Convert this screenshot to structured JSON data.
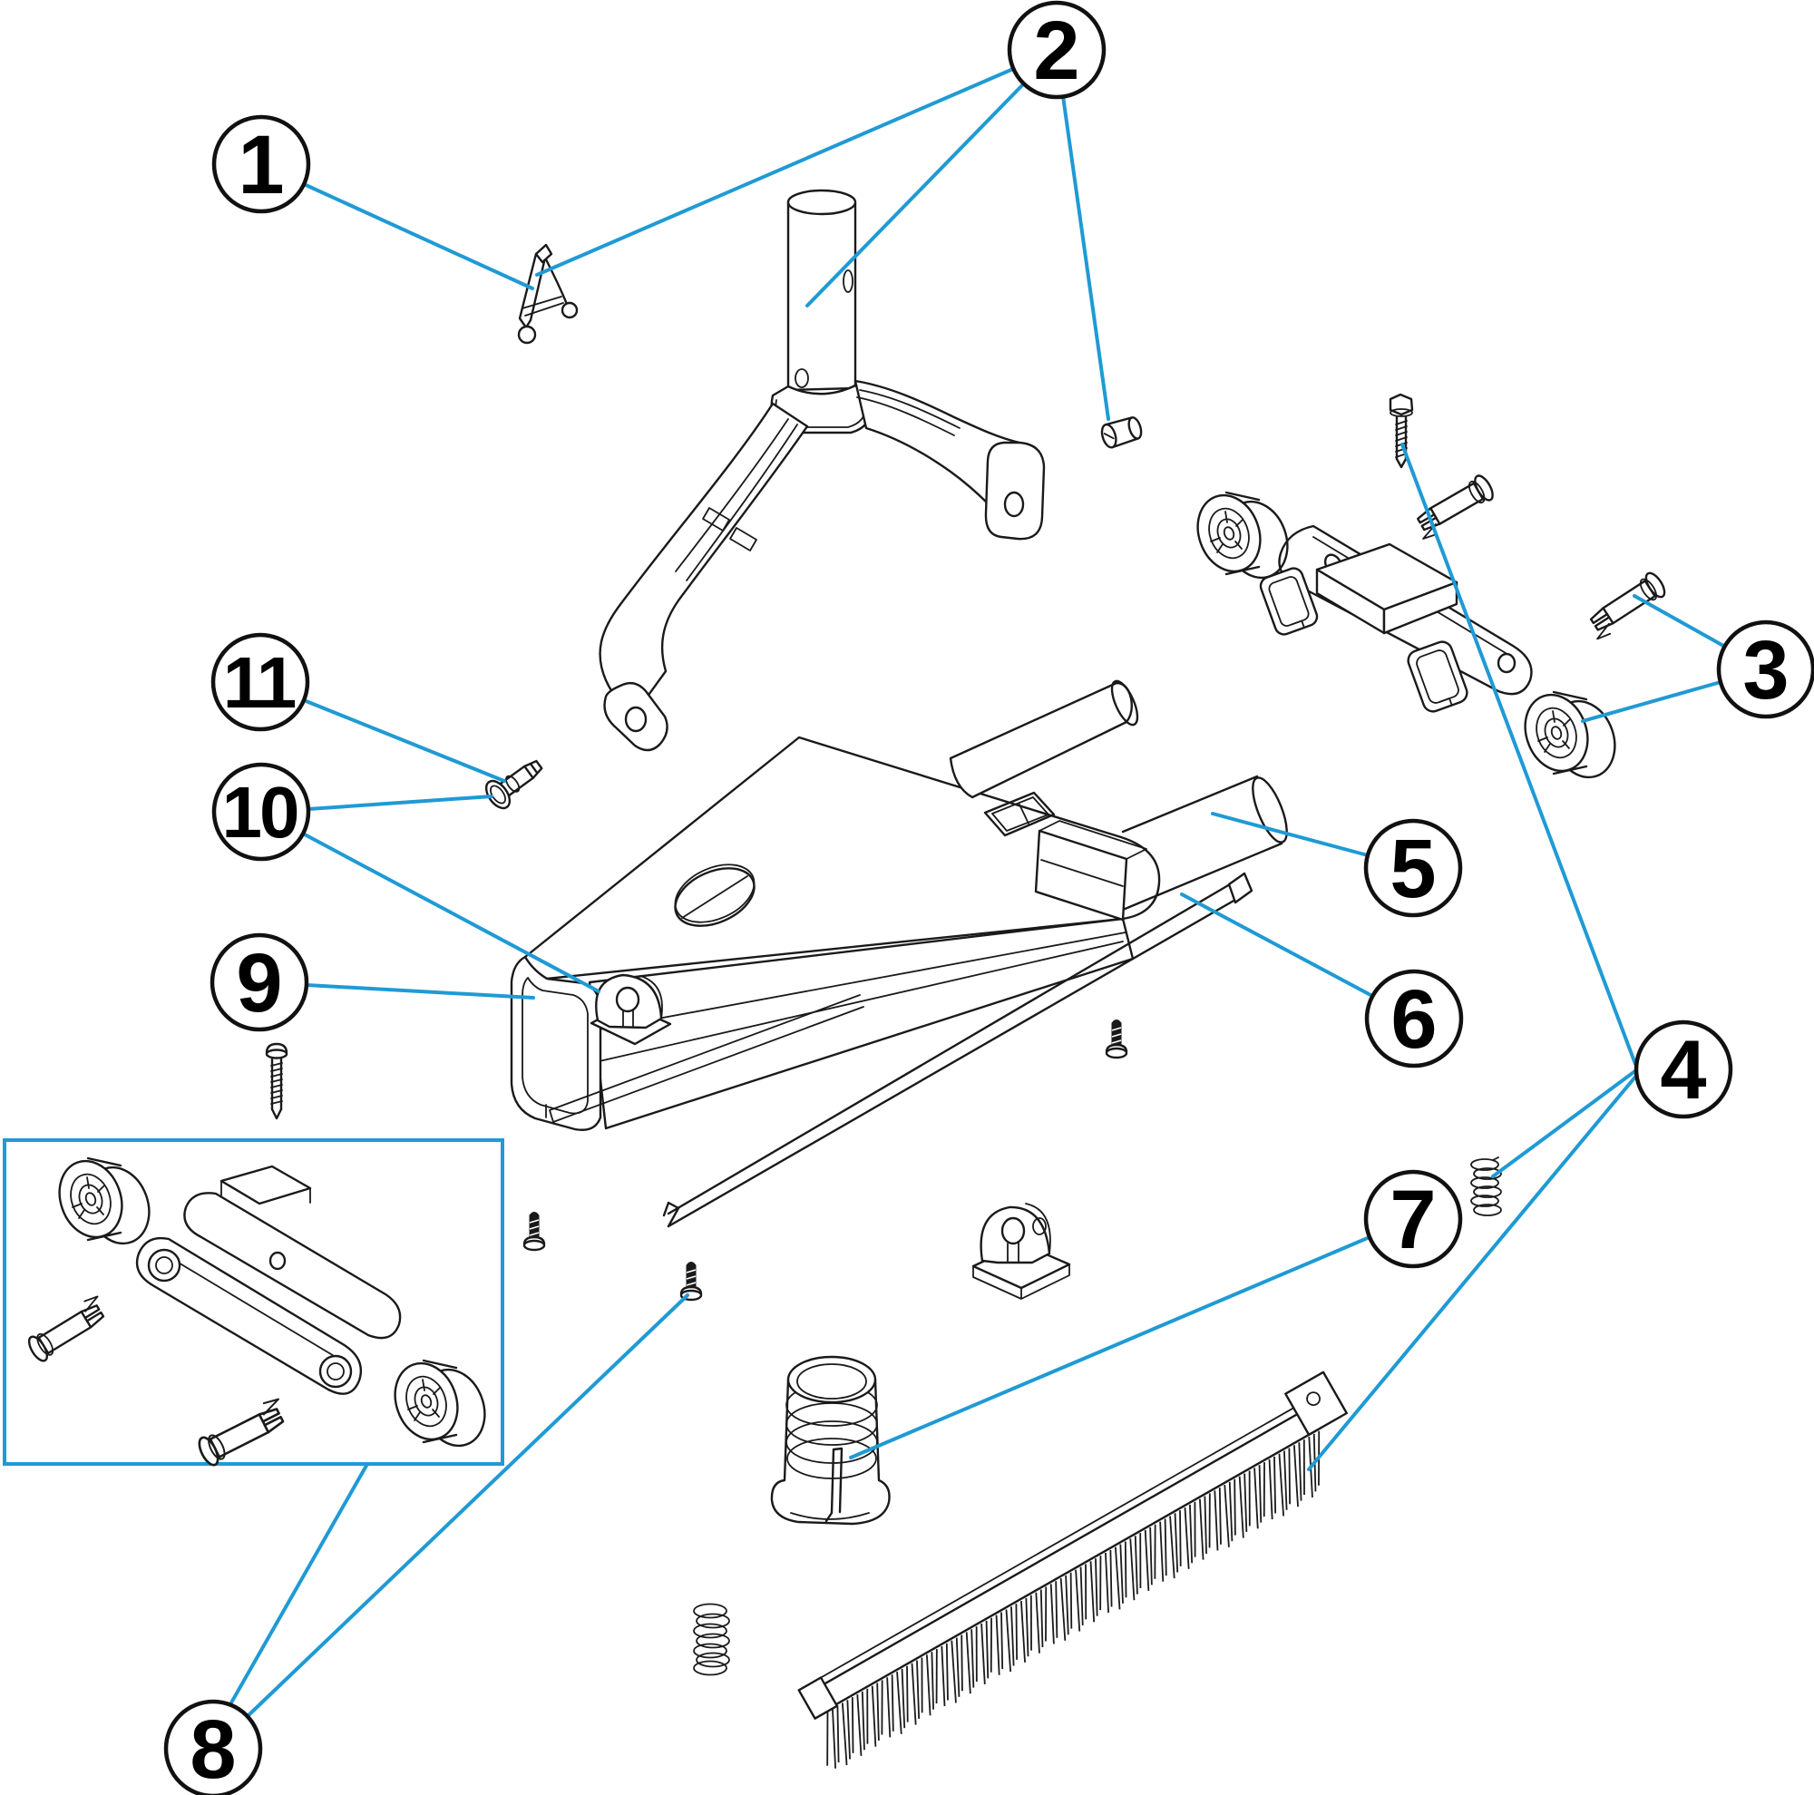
{
  "diagram": {
    "type": "exploded-parts-diagram",
    "background": "#ffffff",
    "accent_color": "#1F9AD5",
    "line_color": "#1a1a1a",
    "callouts": [
      {
        "label": "1"
      },
      {
        "label": "2"
      },
      {
        "label": "3"
      },
      {
        "label": "4"
      },
      {
        "label": "5"
      },
      {
        "label": "6"
      },
      {
        "label": "7"
      },
      {
        "label": "8"
      },
      {
        "label": "9"
      },
      {
        "label": "10"
      },
      {
        "label": "11"
      }
    ]
  }
}
